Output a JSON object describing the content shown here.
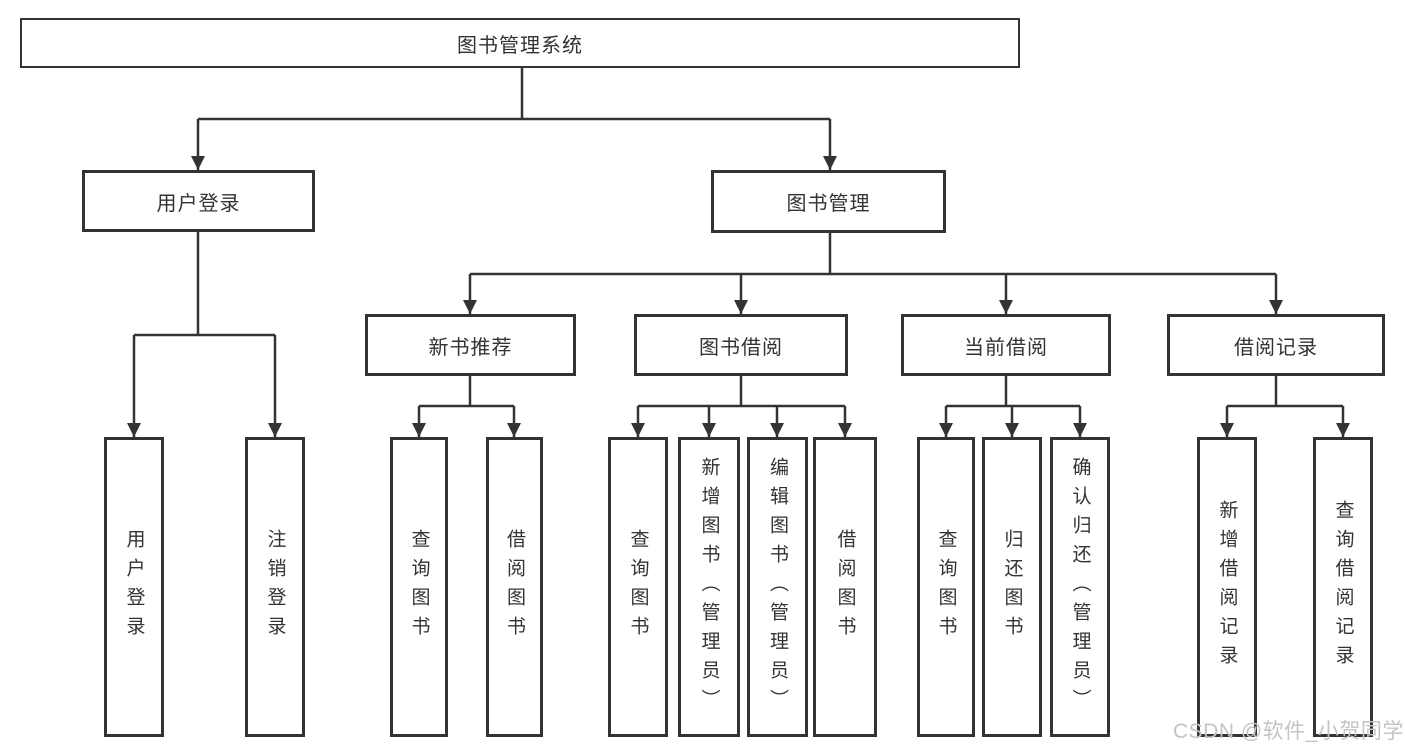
{
  "diagram": {
    "nodes": {
      "root": "图书管理系统",
      "user_login": "用户登录",
      "book_mgmt": "图书管理",
      "new_book_rec": "新书推荐",
      "book_borrow": "图书借阅",
      "current_borrow": "当前借阅",
      "borrow_record": "借阅记录",
      "leaf_user_login": "用户登录",
      "leaf_logout": "注销登录",
      "leaf_nb_query": "查询图书",
      "leaf_nb_borrow": "借阅图书",
      "leaf_bb_query": "查询图书",
      "leaf_bb_add": "新增图书（管理员）",
      "leaf_bb_edit": "编辑图书（管理员）",
      "leaf_bb_borrow": "借阅图书",
      "leaf_cb_query": "查询图书",
      "leaf_cb_return": "归还图书",
      "leaf_cb_confirm": "确认归还（管理员）",
      "leaf_br_add": "新增借阅记录",
      "leaf_br_query": "查询借阅记录"
    },
    "hierarchy": {
      "图书管理系统": {
        "用户登录": [
          "用户登录",
          "注销登录"
        ],
        "图书管理": {
          "新书推荐": [
            "查询图书",
            "借阅图书"
          ],
          "图书借阅": [
            "查询图书",
            "新增图书（管理员）",
            "编辑图书（管理员）",
            "借阅图书"
          ],
          "当前借阅": [
            "查询图书",
            "归还图书",
            "确认归还（管理员）"
          ],
          "借阅记录": [
            "新增借阅记录",
            "查询借阅记录"
          ]
        }
      }
    },
    "watermark": "CSDN @软件_小贺同学",
    "colors": {
      "line": "#333333",
      "text": "#333333",
      "box_bg": "#ffffff",
      "background": "#ffffff",
      "watermark": "#c4c4c4"
    }
  }
}
